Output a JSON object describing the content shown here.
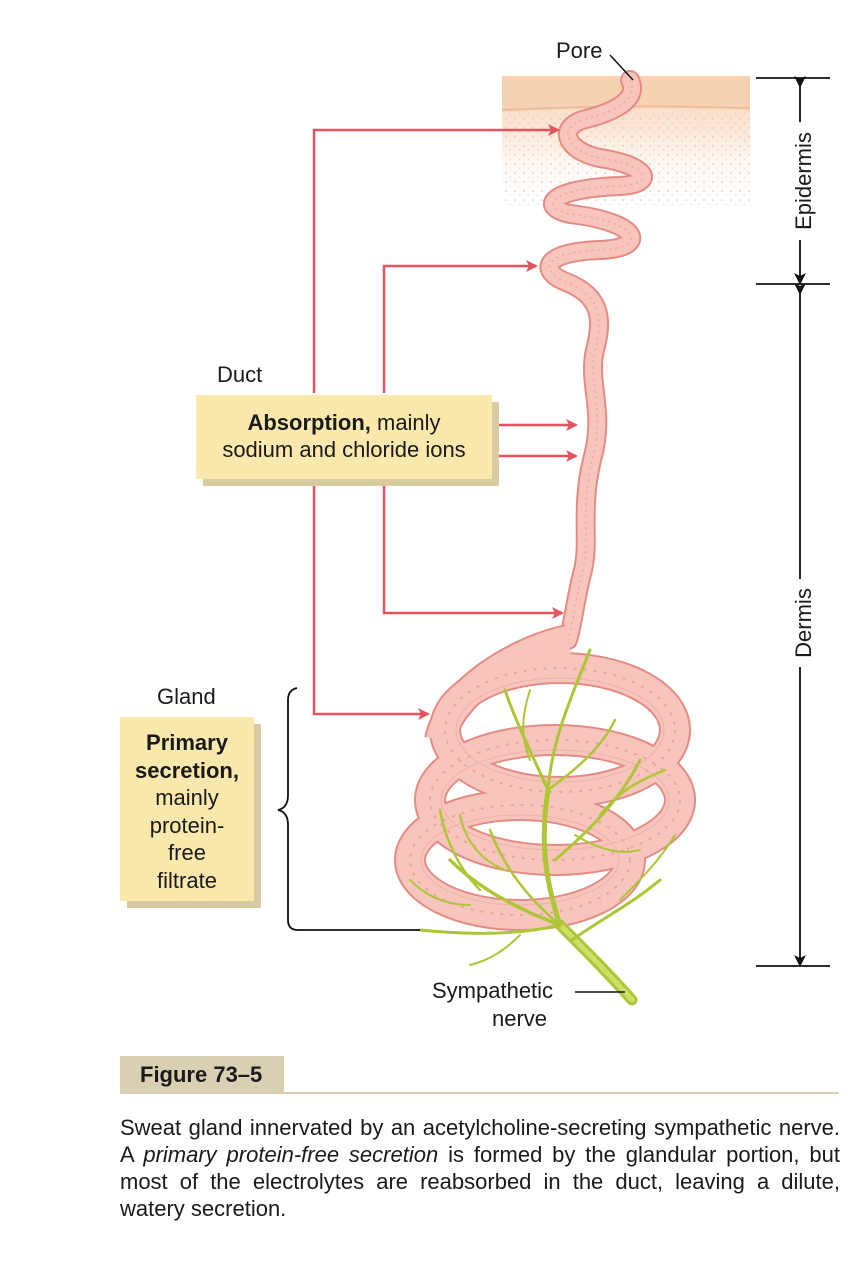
{
  "labels": {
    "pore": "Pore",
    "duct": "Duct",
    "gland": "Gland",
    "epidermis": "Epidermis",
    "dermis": "Dermis",
    "nerve_line1": "Sympathetic",
    "nerve_line2": "nerve"
  },
  "duct_box": {
    "bold": "Absorption,",
    "rest1": " mainly",
    "line2": "sodium and chloride ions"
  },
  "gland_box": {
    "bold1": "Primary",
    "bold2": "secretion,",
    "line3": "mainly",
    "line4": "protein-",
    "line5": "free",
    "line6": "filtrate"
  },
  "figure": {
    "title": "Figure 73–5",
    "caption_a": "Sweat gland innervated by an acetylcholine-secreting sympathetic nerve. A ",
    "caption_em": "primary protein-free secretion",
    "caption_b": " is formed by the glandular portion, but most of the electrolytes are reabsorbed in the duct, leaving a dilute, watery secretion."
  },
  "colors": {
    "arrow": "#e2555e",
    "duct_fill": "#f7c2bb",
    "duct_stroke": "#e48c84",
    "nerve": "#b5cc3a",
    "box_fill": "#fbe8ad",
    "skin": "#f8d9bf"
  }
}
